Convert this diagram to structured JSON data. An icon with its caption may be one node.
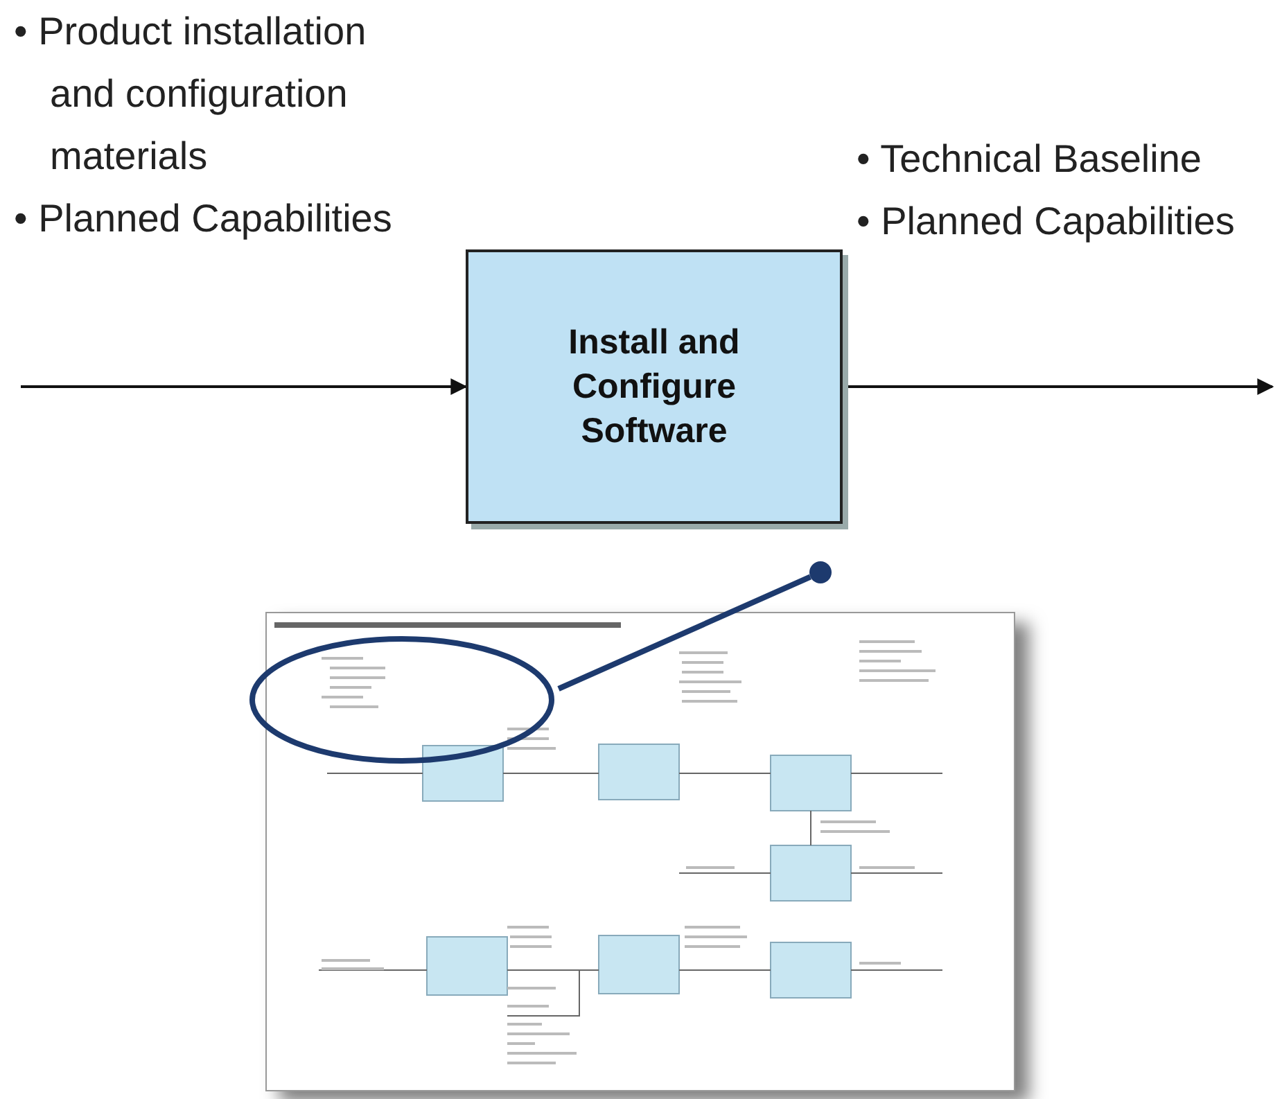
{
  "diagram": {
    "nodes": [
      {
        "text": [
          "Install and Configure Software"
        ]
      },
      {
        "text": [],
        "shape": "picture"
      },
      {
        "text": [],
        "shape": "circle"
      }
    ],
    "edges": [
      {
        "from": null,
        "to": 0,
        "arrow": "to"
      },
      {
        "from": 0,
        "to": null,
        "arrow": "to"
      },
      {
        "from": 1,
        "to": 2,
        "arrow": "none",
        "style": "thick",
        "color": "#1d3a6e"
      }
    ],
    "labels": [
      "• Product installation and configuration materials",
      "• Planned Capabilities",
      "• Technical Baseline",
      "• Planned Capabilities"
    ]
  }
}
